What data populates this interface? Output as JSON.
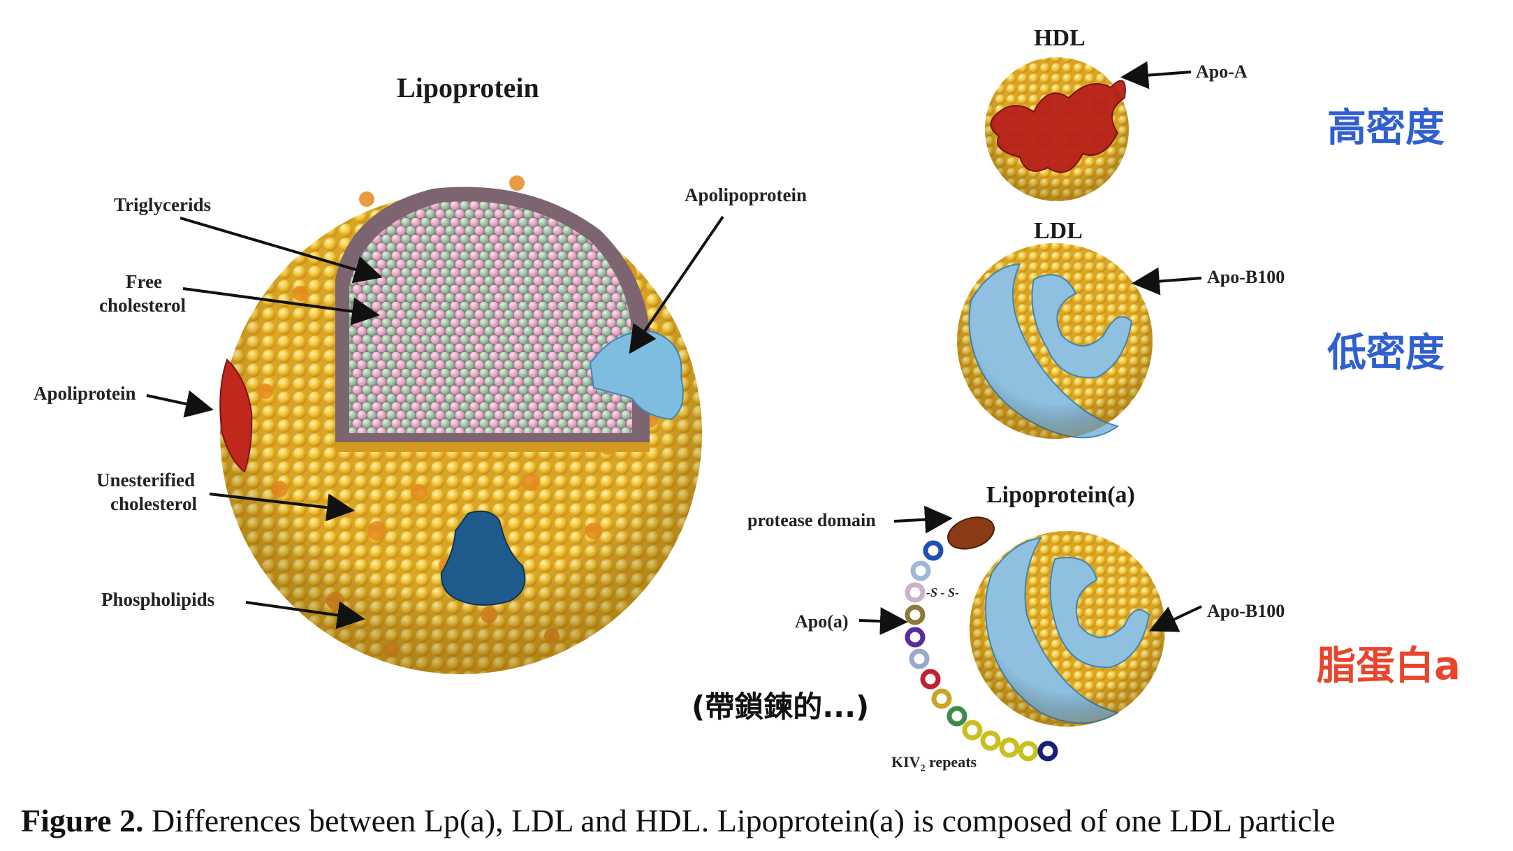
{
  "main": {
    "title": "Lipoprotein",
    "labels": {
      "triglycerids": "Triglycerids",
      "free_chol_1": "Free",
      "free_chol_2": "cholesterol",
      "apolipoprotein_right": "Apolipoprotein",
      "apolipoprotein_left": "Apoliprotein",
      "unest_1": "Unesterified",
      "unest_2": "cholesterol",
      "phospholipids": "Phospholipids"
    }
  },
  "hdl": {
    "title": "HDL",
    "apo": "Apo-A",
    "zh": "高密度",
    "zh_color": "#2f5fd0"
  },
  "ldl": {
    "title": "LDL",
    "apo": "Apo-B100",
    "zh": "低密度",
    "zh_color": "#2f5fd0"
  },
  "lpa": {
    "title": "Lipoprotein(a)",
    "protease": "protease domain",
    "apo_a": "Apo(a)",
    "apo_b": "Apo-B100",
    "disulfide": "-S - S-",
    "kiv_prefix": "KIV",
    "kiv_sub": "2",
    "kiv_suffix": " repeats",
    "zh": "脂蛋白a",
    "zh_color": "#e8452c",
    "chain_note": "(帶鎖鍊的...)"
  },
  "caption": {
    "label": "Figure 2.",
    "text": " Differences between Lp(a), LDL and HDL. Lipoprotein(a) is composed of one LDL particle"
  },
  "colors": {
    "lipid": "#f2c53a",
    "lipid_dark": "#d99a1c",
    "orange": "#e88a22",
    "pink": "#e9a9c4",
    "green": "#9cc6a2",
    "red": "#c0281e",
    "blue_light": "#8fc0e0",
    "blue_dark": "#1f5a8c"
  }
}
